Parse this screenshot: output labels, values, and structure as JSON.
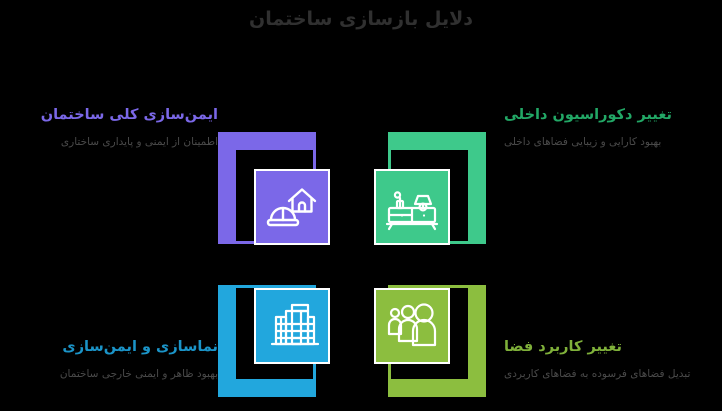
{
  "diagram": {
    "title": "دلایل بازسازی ساختمان",
    "title_color": "#303030",
    "background": "#000000",
    "subtitle_color": "#4a4a4a",
    "quadrants": [
      {
        "id": "top-left",
        "heading": "ایمن‌سازی کلی ساختمان",
        "subtitle": "اطمینان از ایمنی و پایداری ساختاری",
        "color": "#7b68e8",
        "icon": "house-hardhat-icon"
      },
      {
        "id": "top-right",
        "heading": "تغییر دکوراسیون داخلی",
        "subtitle": "بهبود کارایی و زیبایی فضاهای داخلی",
        "color": "#3ec98b",
        "heading_color": "#22a866",
        "icon": "furniture-lamp-icon"
      },
      {
        "id": "bottom-left",
        "heading": "نماسازی و ایمن‌سازی",
        "subtitle": "بهبود ظاهر و ایمنی خارجی ساختمان",
        "color": "#22a7dd",
        "heading_color": "#1b94c8",
        "icon": "office-building-icon"
      },
      {
        "id": "bottom-right",
        "heading": "تغییر کاربرد فضا",
        "subtitle": "تبدیل فضاهای فرسوده به فضاهای کاربردی",
        "color": "#8cbe3f",
        "heading_color": "#7fb03a",
        "icon": "people-group-icon"
      }
    ]
  }
}
